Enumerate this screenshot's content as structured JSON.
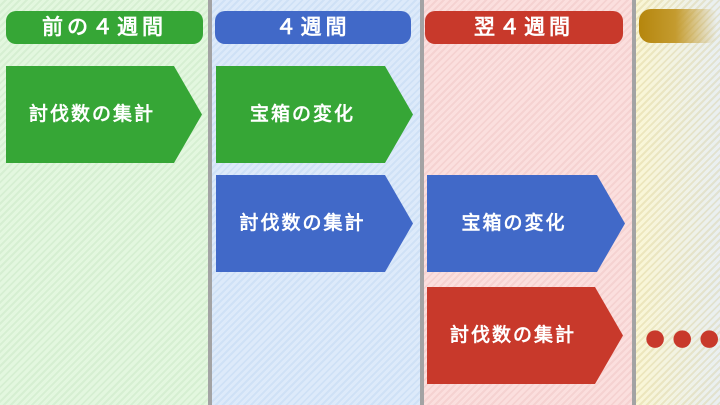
{
  "colors": {
    "green": "#36a636",
    "blue": "#4169c8",
    "red": "#c8392b",
    "gold": "#b5860d",
    "divider": "#a3a3a4",
    "col1_bg": "#e3f7df",
    "col1_stripe": "#d6efd2",
    "col2_bg": "#ddeafa",
    "col2_stripe": "#cfe1f6",
    "col3_bg": "#fbdfde",
    "col3_stripe": "#f5d2d1",
    "col4_bg": "#faf6d5",
    "col4_fade": "#e9eff2"
  },
  "columns": [
    {
      "id": "prev-4-weeks",
      "header": "前の４週間",
      "theme": "green",
      "items": [
        {
          "label": "討伐数の集計",
          "theme": "green",
          "row": 1
        }
      ]
    },
    {
      "id": "current-4-weeks",
      "header": "４週間",
      "theme": "blue",
      "items": [
        {
          "label": "宝箱の変化",
          "theme": "green",
          "row": 1
        },
        {
          "label": "討伐数の集計",
          "theme": "blue",
          "row": 2
        }
      ]
    },
    {
      "id": "next-4-weeks",
      "header": "翌４週間",
      "theme": "red",
      "items": [
        {
          "label": "宝箱の変化",
          "theme": "blue",
          "row": 2
        },
        {
          "label": "討伐数の集計",
          "theme": "red",
          "row": 3
        }
      ]
    },
    {
      "id": "future",
      "header": "",
      "theme": "gold",
      "ellipsis": "●●●"
    }
  ]
}
